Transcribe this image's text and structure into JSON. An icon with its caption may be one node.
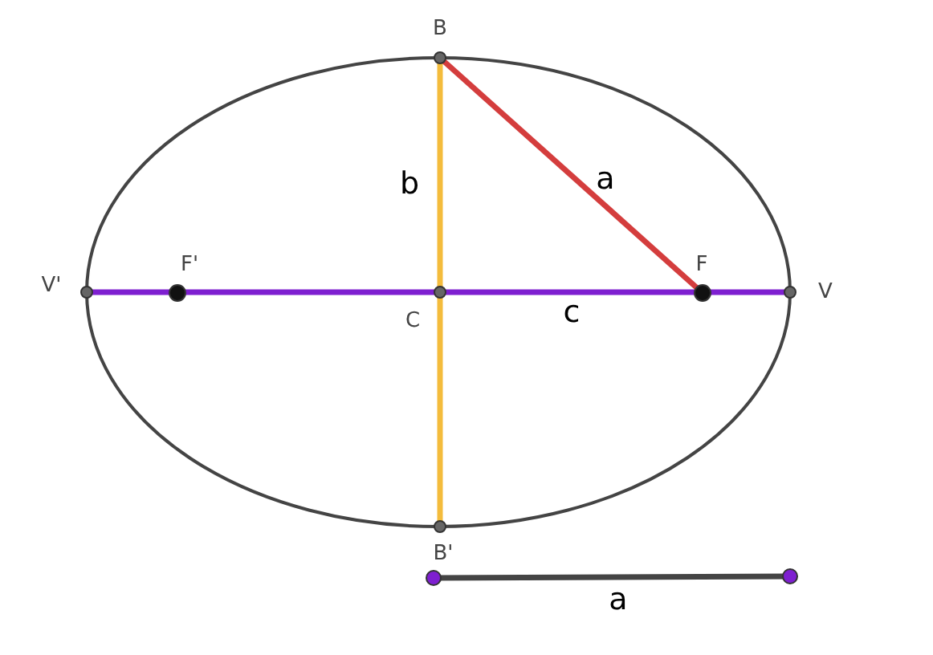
{
  "diagram": {
    "nodes": [
      {
        "text": [
          "B"
        ]
      },
      {
        "text": [
          "V'"
        ]
      },
      {
        "text": [
          "F'"
        ]
      },
      {
        "text": [
          "C"
        ]
      },
      {
        "text": [
          "F"
        ]
      },
      {
        "text": [
          "V"
        ]
      },
      {
        "text": [
          "B'"
        ]
      },
      {
        "text": [],
        "shape": "circle"
      },
      {
        "text": [],
        "shape": "circle"
      }
    ],
    "edges": [
      {
        "from": 0,
        "to": 3,
        "arrow": "none",
        "label": "b",
        "color": "#f4bc3c"
      },
      {
        "from": 3,
        "to": 6,
        "arrow": "none",
        "color": "#f4bc3c"
      },
      {
        "from": 1,
        "to": 2,
        "arrow": "none",
        "color": "#7e1fd0"
      },
      {
        "from": 2,
        "to": 3,
        "arrow": "none",
        "color": "#7e1fd0"
      },
      {
        "from": 3,
        "to": 4,
        "arrow": "none",
        "label": "c",
        "color": "#7e1fd0"
      },
      {
        "from": 4,
        "to": 5,
        "arrow": "none",
        "color": "#7e1fd0"
      },
      {
        "from": 0,
        "to": 4,
        "arrow": "none",
        "label": "a",
        "color": "#d43d3d"
      },
      {
        "from": 7,
        "to": 8,
        "arrow": "none",
        "label": "a",
        "color": "#444444"
      }
    ]
  }
}
